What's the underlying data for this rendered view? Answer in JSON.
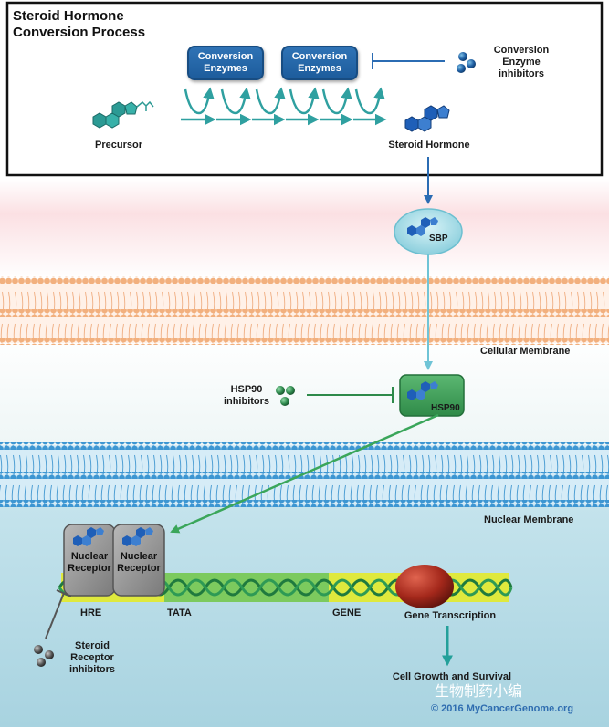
{
  "process_box": {
    "title_line1": "Steroid Hormone",
    "title_line2": "Conversion Process",
    "enzyme_box_1": {
      "line1": "Conversion",
      "line2": "Enzymes"
    },
    "enzyme_box_2": {
      "line1": "Conversion",
      "line2": "Enzymes"
    },
    "inhibitor_label": {
      "line1": "Conversion",
      "line2": "Enzyme",
      "line3": "inhibitors"
    },
    "precursor_label": "Precursor",
    "hormone_label": "Steroid Hormone"
  },
  "cell": {
    "sbp_label": "SBP",
    "cellular_membrane_label": "Cellular Membrane",
    "hsp90_label": "HSP90",
    "hsp90_inhibitor_label": {
      "line1": "HSP90",
      "line2": "inhibitors"
    },
    "nuclear_membrane_label": "Nuclear Membrane"
  },
  "nucleus": {
    "receptor_1": {
      "line1": "Nuclear",
      "line2": "Receptor"
    },
    "receptor_2": {
      "line1": "Nuclear",
      "line2": "Receptor"
    },
    "dna_labels": {
      "hre": "HRE",
      "tata": "TATA",
      "gene": "GENE"
    },
    "gene_transcription_label": "Gene Transcription",
    "outcome_label": "Cell Growth and Survival",
    "receptor_inhibitor_label": {
      "line1": "Steroid",
      "line2": "Receptor",
      "line3": "inhibitors"
    }
  },
  "footer": {
    "watermark": "生物制药小编",
    "copyright": "© 2016 MyCancerGenome.org"
  },
  "colors": {
    "enzyme_blue": "#2366a8",
    "steroid_blue": "#1f5fb8",
    "arrow_teal": "#3aa6a6",
    "sbp_fill": "#a9dfe8",
    "hsp90_green": "#3f9d55",
    "cell_membrane": "#f3b98c",
    "nuclear_membrane": "#58a7d8",
    "nucleus_bg": "#b5dbe6",
    "dna_green": "#2e8a4a",
    "dna_highlight": "#e3ea2a",
    "transcription_red": "#a3251b"
  }
}
